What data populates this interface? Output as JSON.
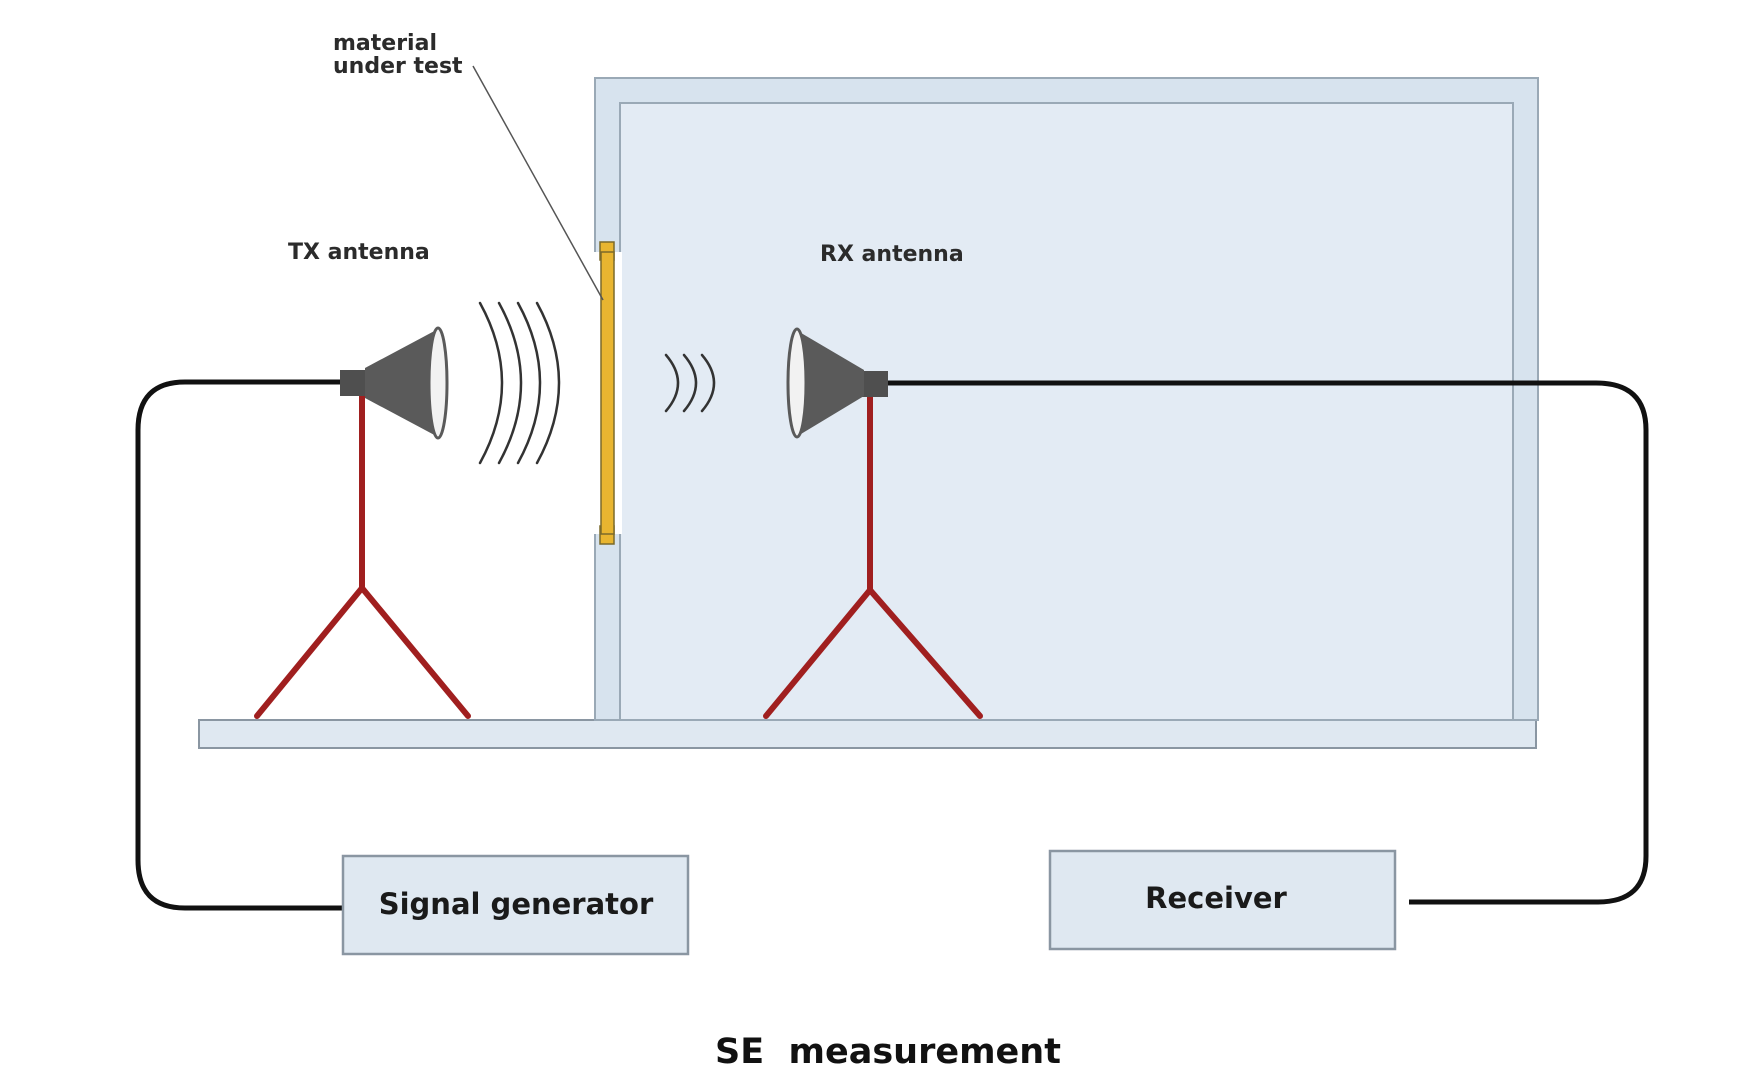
{
  "labels": {
    "material_line1": "material",
    "material_line2": "under test",
    "tx_antenna": "TX antenna",
    "rx_antenna": "RX antenna",
    "signal_generator": "Signal generator",
    "receiver": "Receiver",
    "caption": "SE  measurement"
  },
  "colors": {
    "chamber_outer": "#d7e3ee",
    "chamber_inner": "#e3ebf4",
    "chamber_edge": "#9aa9b6",
    "material": "#e8b530",
    "stand": "#a01f1f",
    "antenna": "#5a5a5a",
    "cable": "#111111",
    "box_fill": "#dfe8f1",
    "box_edge": "#8a96a2"
  }
}
